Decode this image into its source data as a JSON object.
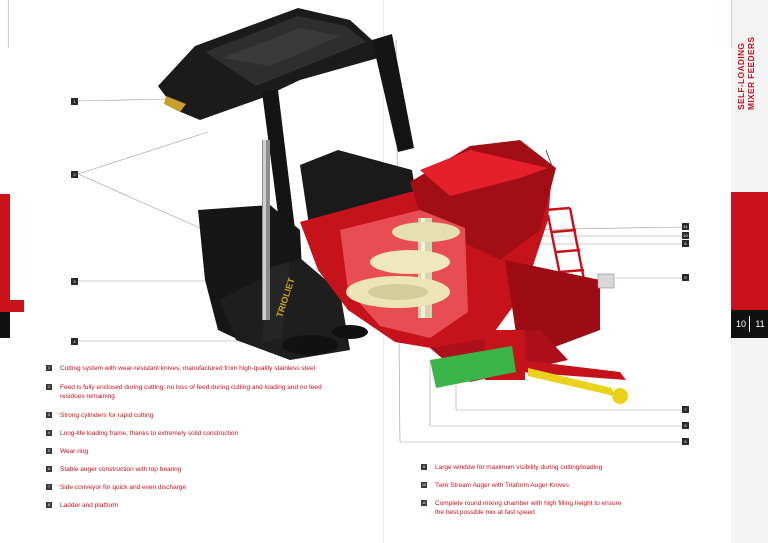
{
  "section_title": {
    "line1": "SELF-LOADING",
    "line2": "MIXER FEEDERS"
  },
  "page_numbers": {
    "left": "10",
    "right": "11"
  },
  "colors": {
    "brand_red": "#c9111a",
    "dark": "#111111",
    "panel_grey": "#f4f4f4"
  },
  "product": {
    "brand_logo": "TRIOLIET"
  },
  "features_left": [
    {
      "marker": "1",
      "text": "Cutting system with wear-resistant knives, manufactured from high-quality stainless steel"
    },
    {
      "marker": "2",
      "text": "Feed is fully enclosed during cutting: no loss of feed during cutting and loading and no feed residues remaining"
    },
    {
      "marker": "3",
      "text": "Strong cylinders for rapid cutting"
    },
    {
      "marker": "4",
      "text": "Long-life loading frame, thanks to extremely solid construction"
    },
    {
      "marker": "5",
      "text": "Wear ring"
    },
    {
      "marker": "6",
      "text": "Stable auger construction with top bearing"
    },
    {
      "marker": "7",
      "text": "Side conveyor for quick and even discharge"
    },
    {
      "marker": "8",
      "text": "Ladder and platform"
    }
  ],
  "features_right": [
    {
      "marker": "9",
      "text": "Large window for maximum visibility during cutting/loading"
    },
    {
      "marker": "10",
      "text": "Twin Stream Auger with Triaform Auger Knives"
    },
    {
      "marker": "11",
      "text": "Complete round mixing chamber with high filling height to ensure the best possible mix at fast speed"
    }
  ],
  "callouts": {
    "c_cutter": "1",
    "c_enclosed": "2",
    "c_cylinder": "3",
    "c_frame": "4",
    "c_r11": "11",
    "c_r10": "10",
    "c_r6": "6",
    "c_r9": "9",
    "c_r7": "7",
    "c_r5": "5",
    "c_r8": "8"
  }
}
